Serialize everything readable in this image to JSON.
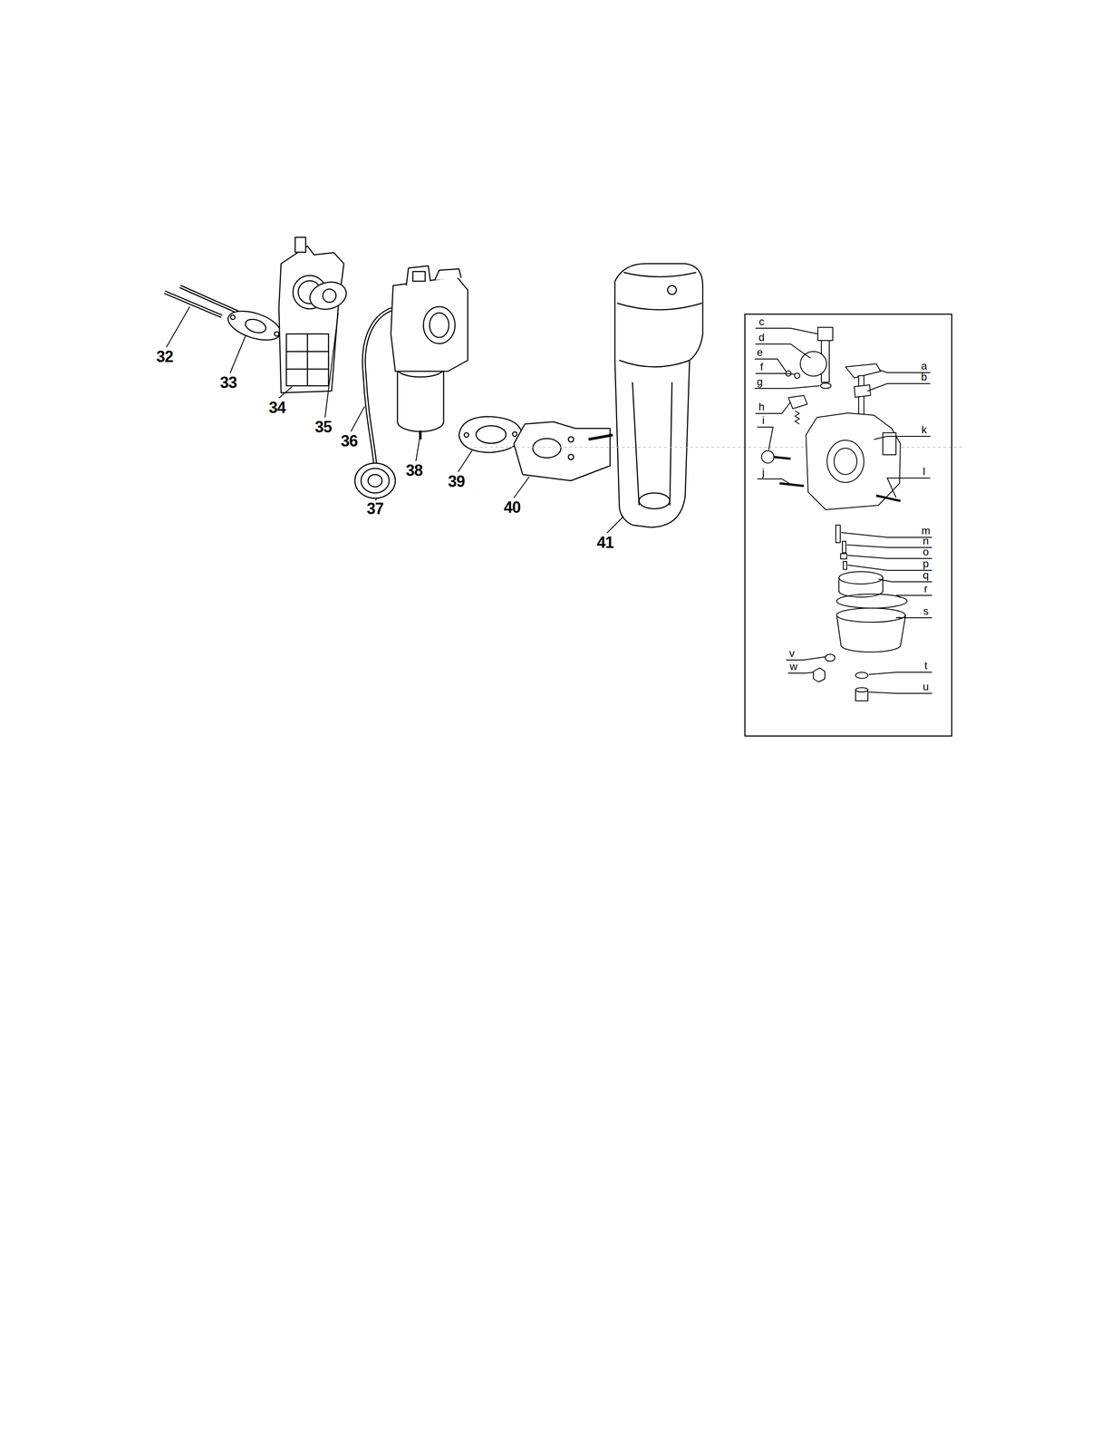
{
  "diagram": {
    "labels": [
      "32",
      "33",
      "34",
      "35",
      "36",
      "37",
      "38",
      "39",
      "40",
      "41",
      "a",
      "b",
      "c",
      "d",
      "e",
      "f",
      "g",
      "h",
      "i",
      "j",
      "k",
      "l",
      "m",
      "n",
      "o",
      "p",
      "q",
      "r",
      "s",
      "t",
      "u",
      "v",
      "w"
    ]
  }
}
